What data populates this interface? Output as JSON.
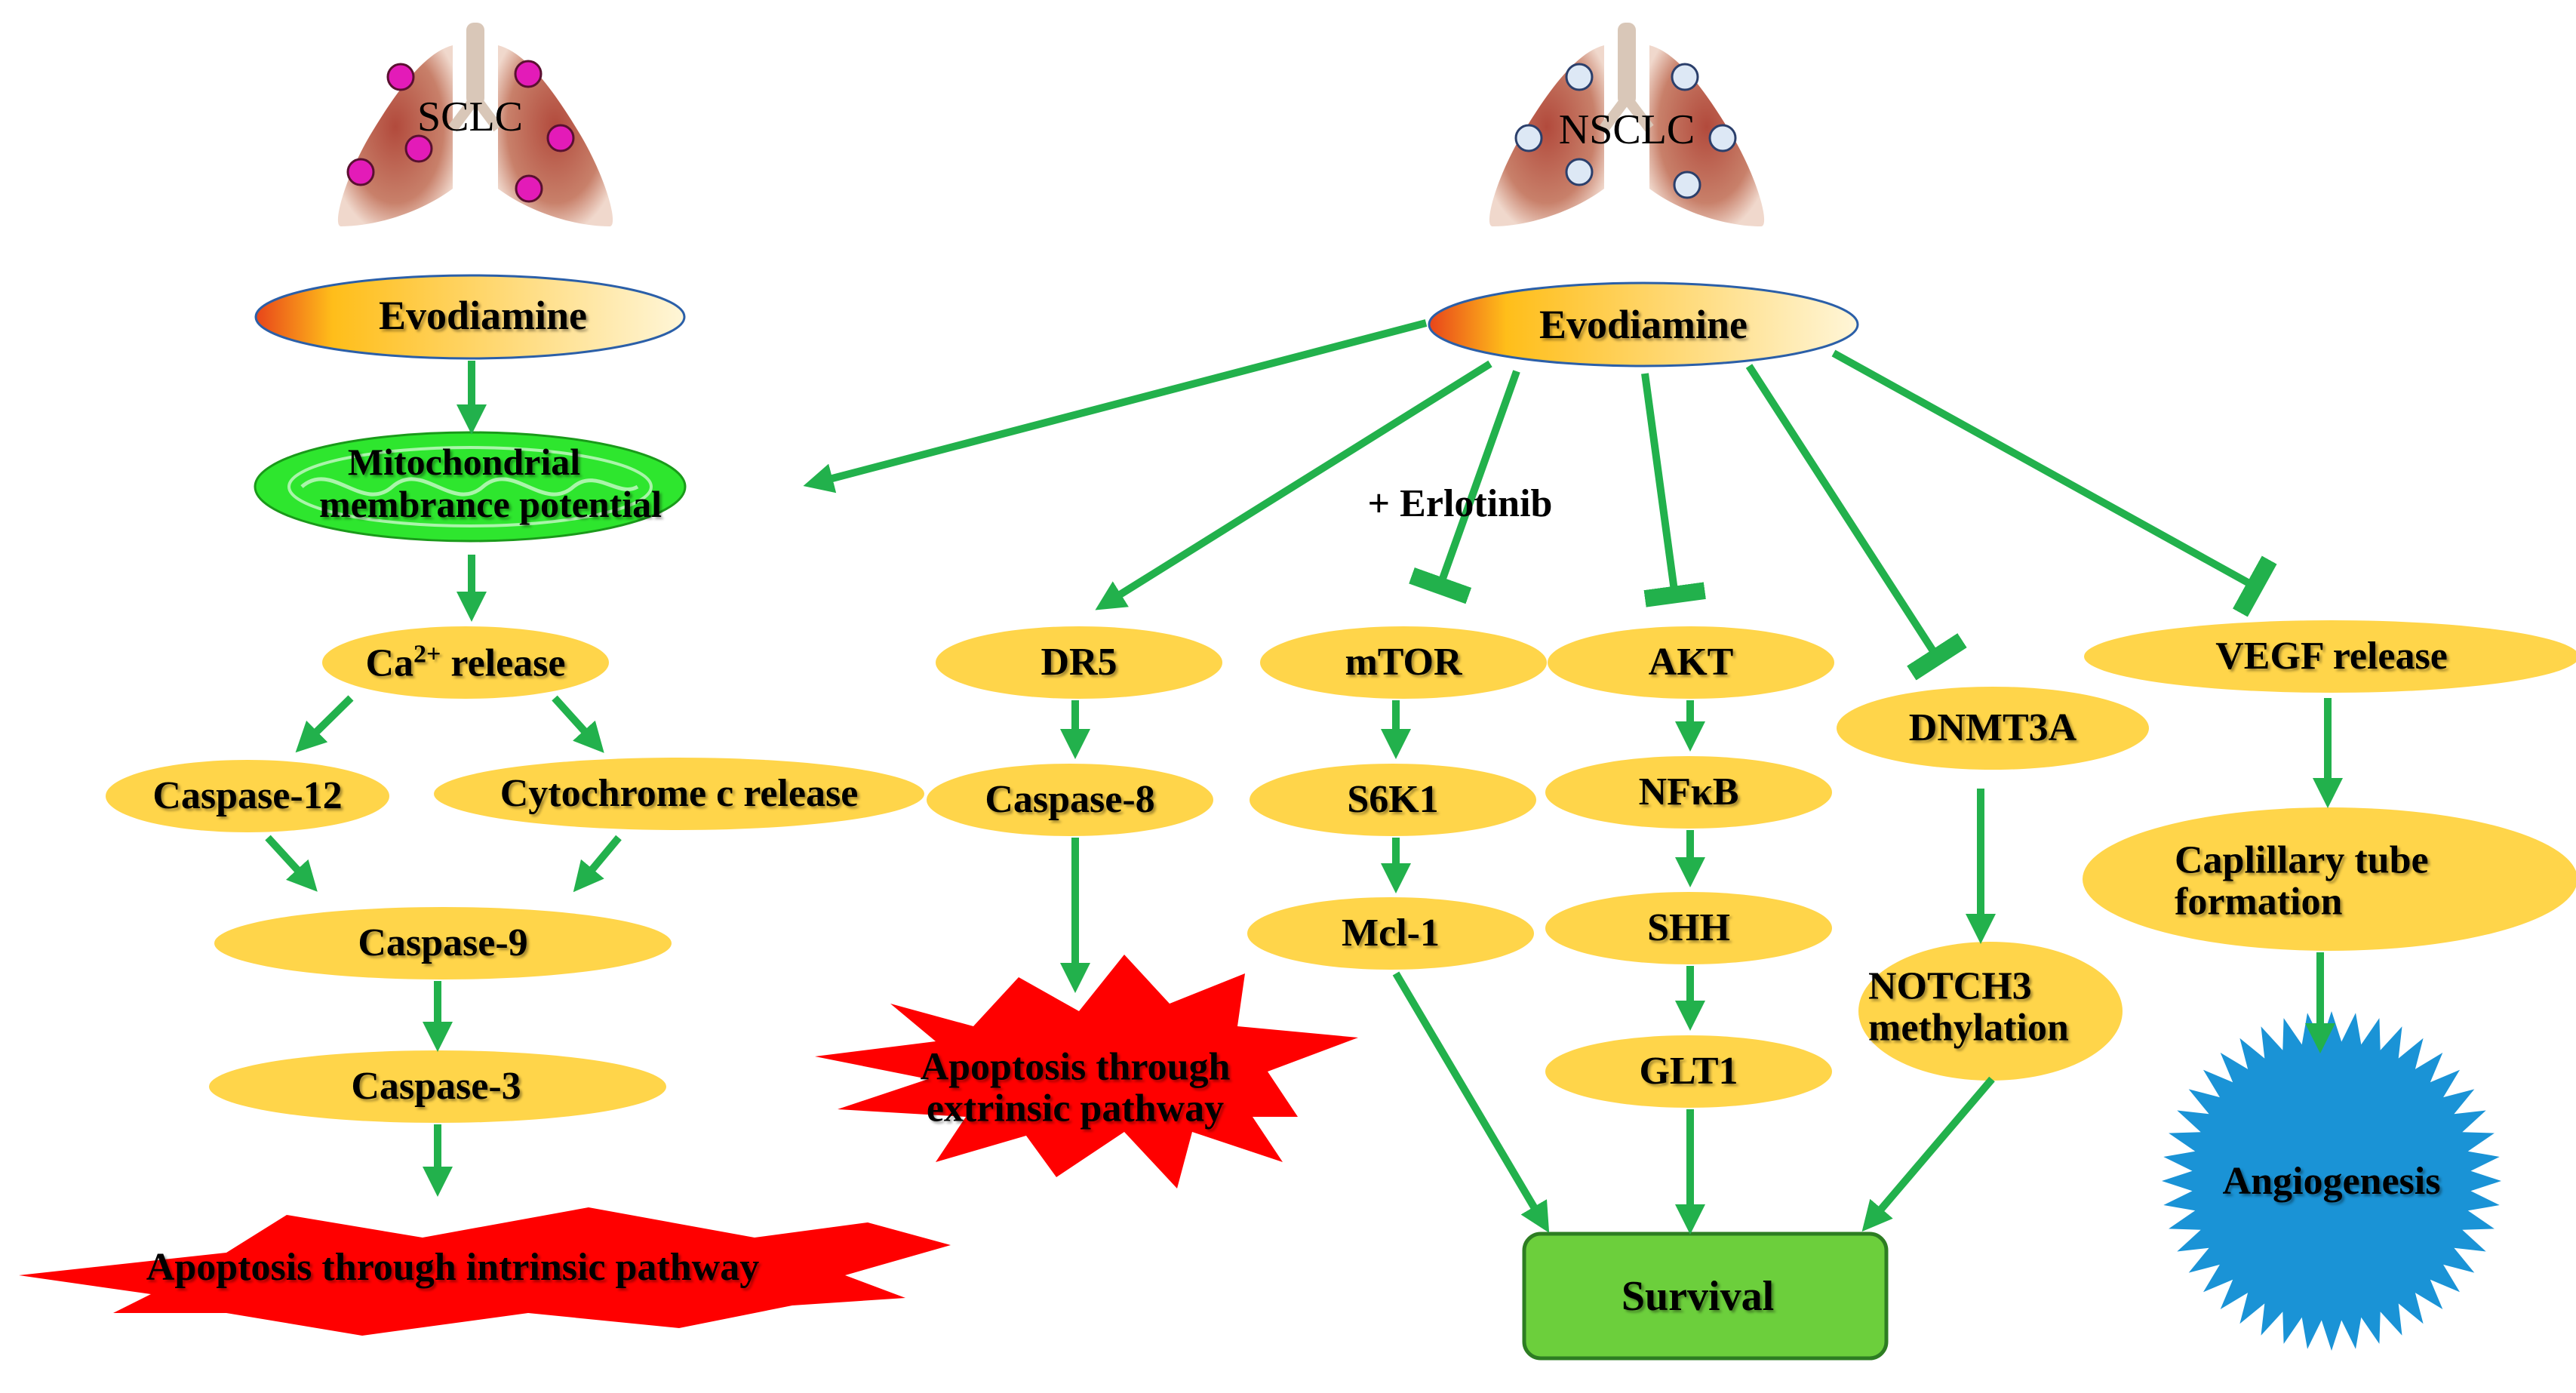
{
  "colors": {
    "arrow": "#22b14c",
    "node_fill": "#ffd54a",
    "burst_red": "#ff0000",
    "burst_blue": "#1a93d6",
    "survival_fill": "#6ccf3c",
    "mito_fill": "#2ee62e",
    "lung": "#c06a55",
    "sclc_dot": "#e31bb8",
    "nsclc_dot": "#dde8f5"
  },
  "icons": {
    "sclc_lung": "lungs-icon",
    "nsclc_lung": "lungs-icon"
  },
  "labels": {
    "sclc": "SCLC",
    "nsclc": "NSCLC",
    "evodiamine_left": "Evodiamine",
    "evodiamine_right": "Evodiamine",
    "mito_line1": "Mitochondrial",
    "mito_line2": "membrance potential",
    "ca_release_main": "Ca",
    "ca_release_sup": "2+",
    "ca_release_rest": " release",
    "caspase12": "Caspase-12",
    "cytochrome": "Cytochrome c release",
    "caspase9": "Caspase-9",
    "caspase3": "Caspase-3",
    "intrinsic": "Apoptosis through intrinsic pathway",
    "dr5": "DR5",
    "caspase8": "Caspase-8",
    "extrinsic": "Apoptosis through extrinsic pathway",
    "erlotinib": "+ Erlotinib",
    "mtor": "mTOR",
    "s6k1": "S6K1",
    "mcl1": "Mcl-1",
    "akt": "AKT",
    "nfkb": "NFκB",
    "shh": "SHH",
    "glt1": "GLT1",
    "dnmt3a": "DNMT3A",
    "notch3": "NOTCH3 methylation",
    "vegf": "VEGF release",
    "capillary": "Caplillary tube formation",
    "angiogenesis": "Angiogenesis",
    "survival": "Survival"
  }
}
